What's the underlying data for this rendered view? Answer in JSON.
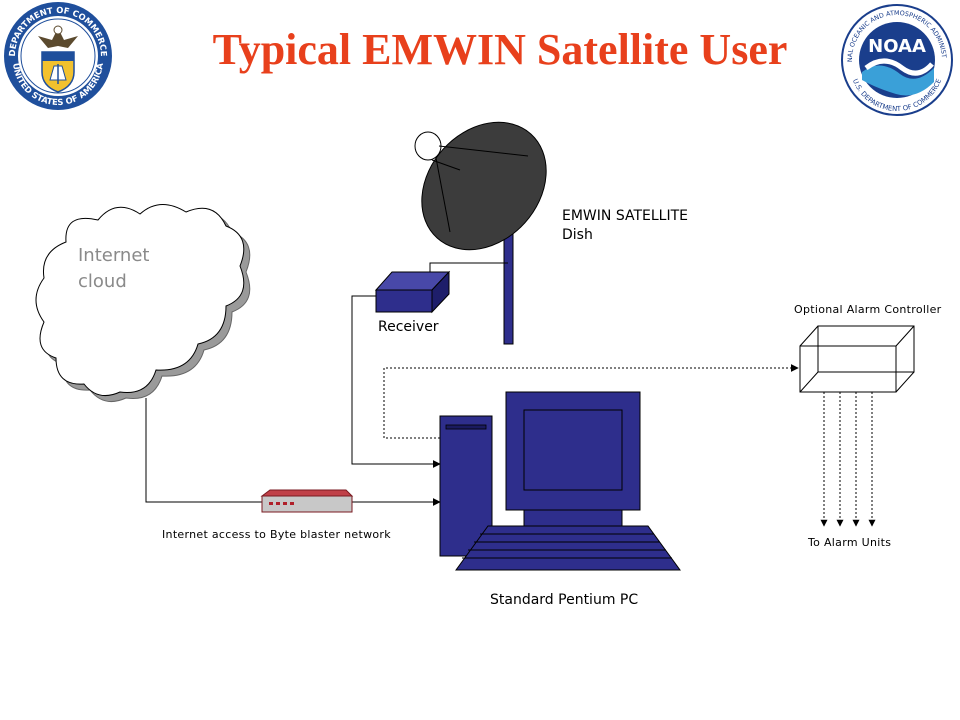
{
  "slide": {
    "title": "Typical EMWIN Satellite User",
    "colors": {
      "title": "#e8401c",
      "equipment": "#2e2e8c",
      "seal_blue": "#1f4f9c",
      "noaa_blue": "#1a3e8c",
      "router_red": "#b0202a"
    }
  },
  "logos": {
    "commerce_seal": {
      "icon": "department-of-commerce-seal",
      "text_top": "DEPARTMENT OF COMMERCE",
      "text_bottom": "UNITED STATES OF AMERICA"
    },
    "noaa_seal": {
      "icon": "noaa-logo",
      "center": "NOAA",
      "text_top": "NATIONAL OCEANIC AND ATMOSPHERIC ADMINISTRATION",
      "text_bottom": "U.S. DEPARTMENT OF COMMERCE"
    }
  },
  "diagram": {
    "cloud_label": "Internet\ncloud",
    "dish_label": "EMWIN SATELLITE\nDish",
    "receiver_label": "Receiver",
    "alarm_controller_label": "Optional  Alarm  Controller",
    "alarm_units_label": "To  Alarm  Units",
    "internet_access_label": "Internet  access  to  Byte  blaster  network",
    "pc_label": "Standard Pentium PC"
  }
}
